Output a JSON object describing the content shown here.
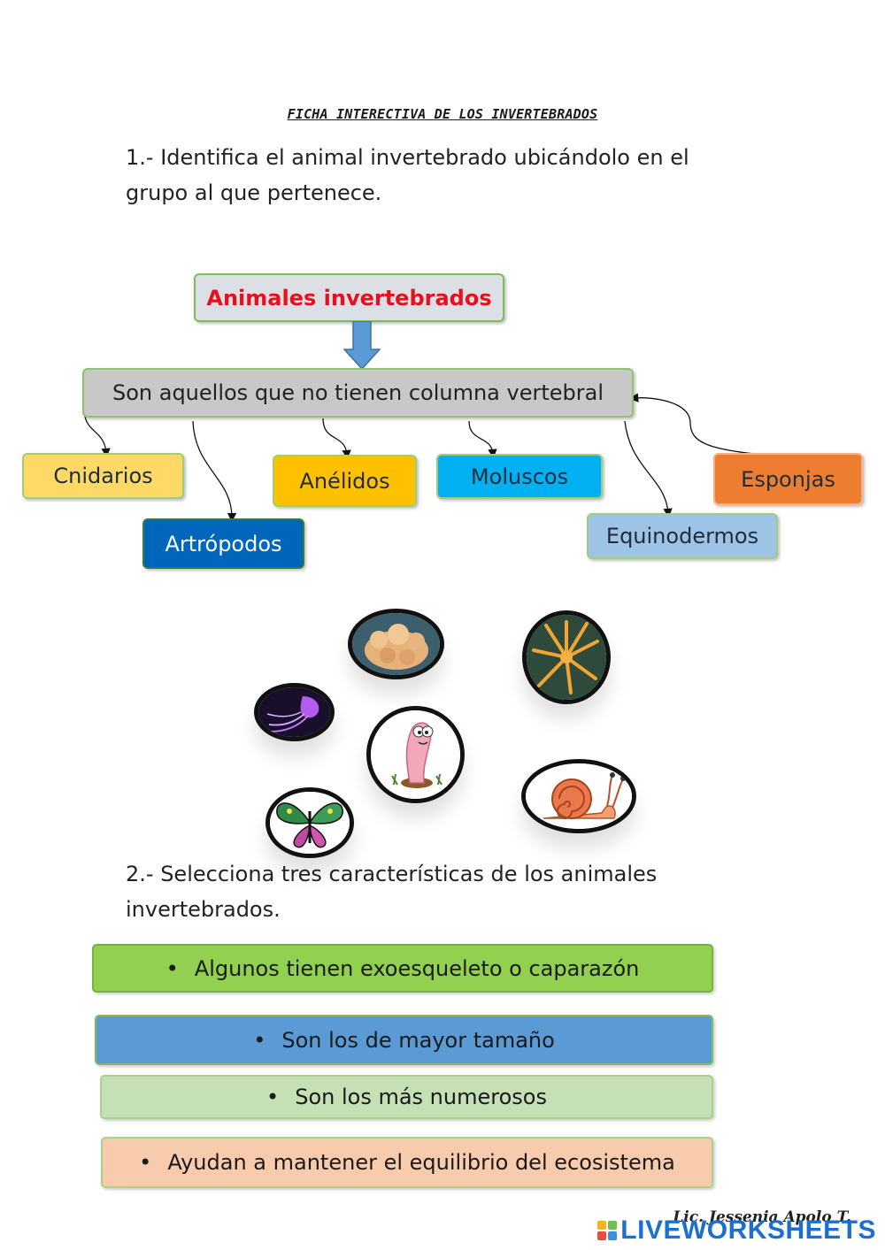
{
  "worksheet": {
    "title": "FICHA INTERECTIVA DE LOS INVERTEBRADOS",
    "question1": "1.- Identifica el animal invertebrado ubicándolo en el grupo al que pertenece.",
    "question2": "2.- Selecciona tres características de los animales invertebrados."
  },
  "concept_map": {
    "heading": "Animales invertebrados",
    "definition": "Son aquellos que no tienen columna vertebral",
    "categories": [
      {
        "label": "Cnidarios",
        "color": "#ffd966"
      },
      {
        "label": "Artrópodos",
        "color": "#0066bb"
      },
      {
        "label": "Anélidos",
        "color": "#ffc000"
      },
      {
        "label": "Moluscos",
        "color": "#00b0f0"
      },
      {
        "label": "Equinodermos",
        "color": "#9dc3e6"
      },
      {
        "label": "Esponjas",
        "color": "#ed7d31"
      }
    ]
  },
  "animals": [
    {
      "icon": "sponge-icon"
    },
    {
      "icon": "starfish-icon"
    },
    {
      "icon": "jellyfish-icon"
    },
    {
      "icon": "worm-icon"
    },
    {
      "icon": "snail-icon"
    },
    {
      "icon": "butterfly-icon"
    }
  ],
  "options": [
    {
      "bullet": "•",
      "text": "Algunos tienen exoesqueleto o caparazón",
      "color": "#92d050"
    },
    {
      "bullet": "•",
      "text": "Son los de mayor tamaño",
      "color": "#5b9bd5"
    },
    {
      "bullet": "•",
      "text": "Son los más numerosos",
      "color": "#c5e0b4"
    },
    {
      "bullet": "•",
      "text": "Ayudan a mantener el equilibrio del ecosistema",
      "color": "#f8cbad"
    }
  ],
  "footer": {
    "author": "Lic. Jessenia Apolo T.",
    "brand": "LIVEWORKSHEETS"
  }
}
